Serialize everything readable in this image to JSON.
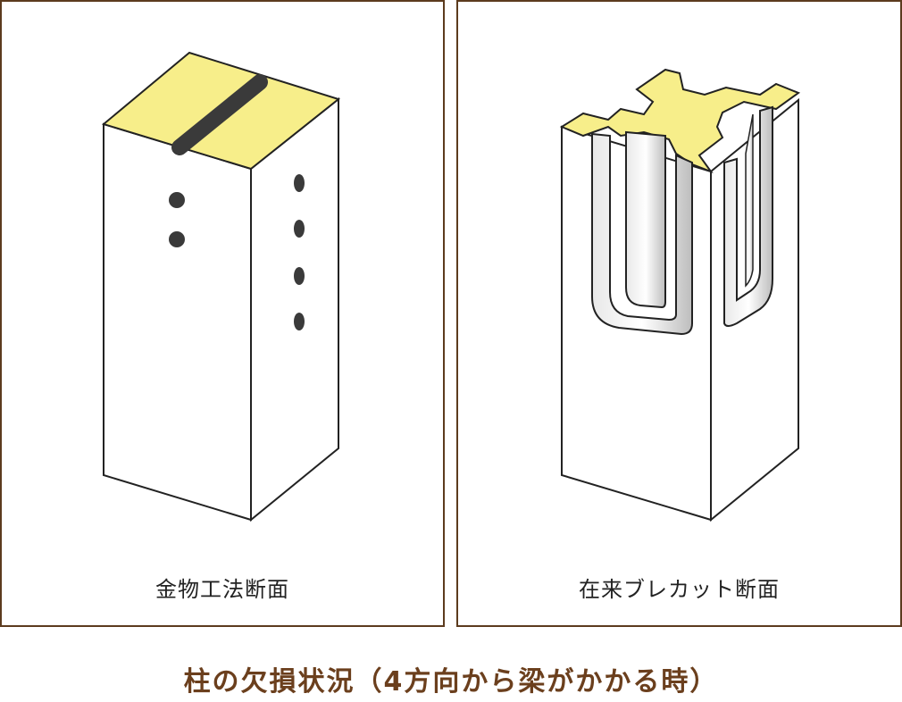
{
  "panels": [
    {
      "label": "金物工法断面"
    },
    {
      "label": "在来ブレカット断面"
    }
  ],
  "caption": "柱の欠損状況（4方向から梁がかかる時）",
  "colors": {
    "border": "#5c3b1e",
    "caption": "#6b3f1d",
    "top_face": "#f7ee8a",
    "outline": "#222222",
    "slot": "#3a3a3a"
  }
}
